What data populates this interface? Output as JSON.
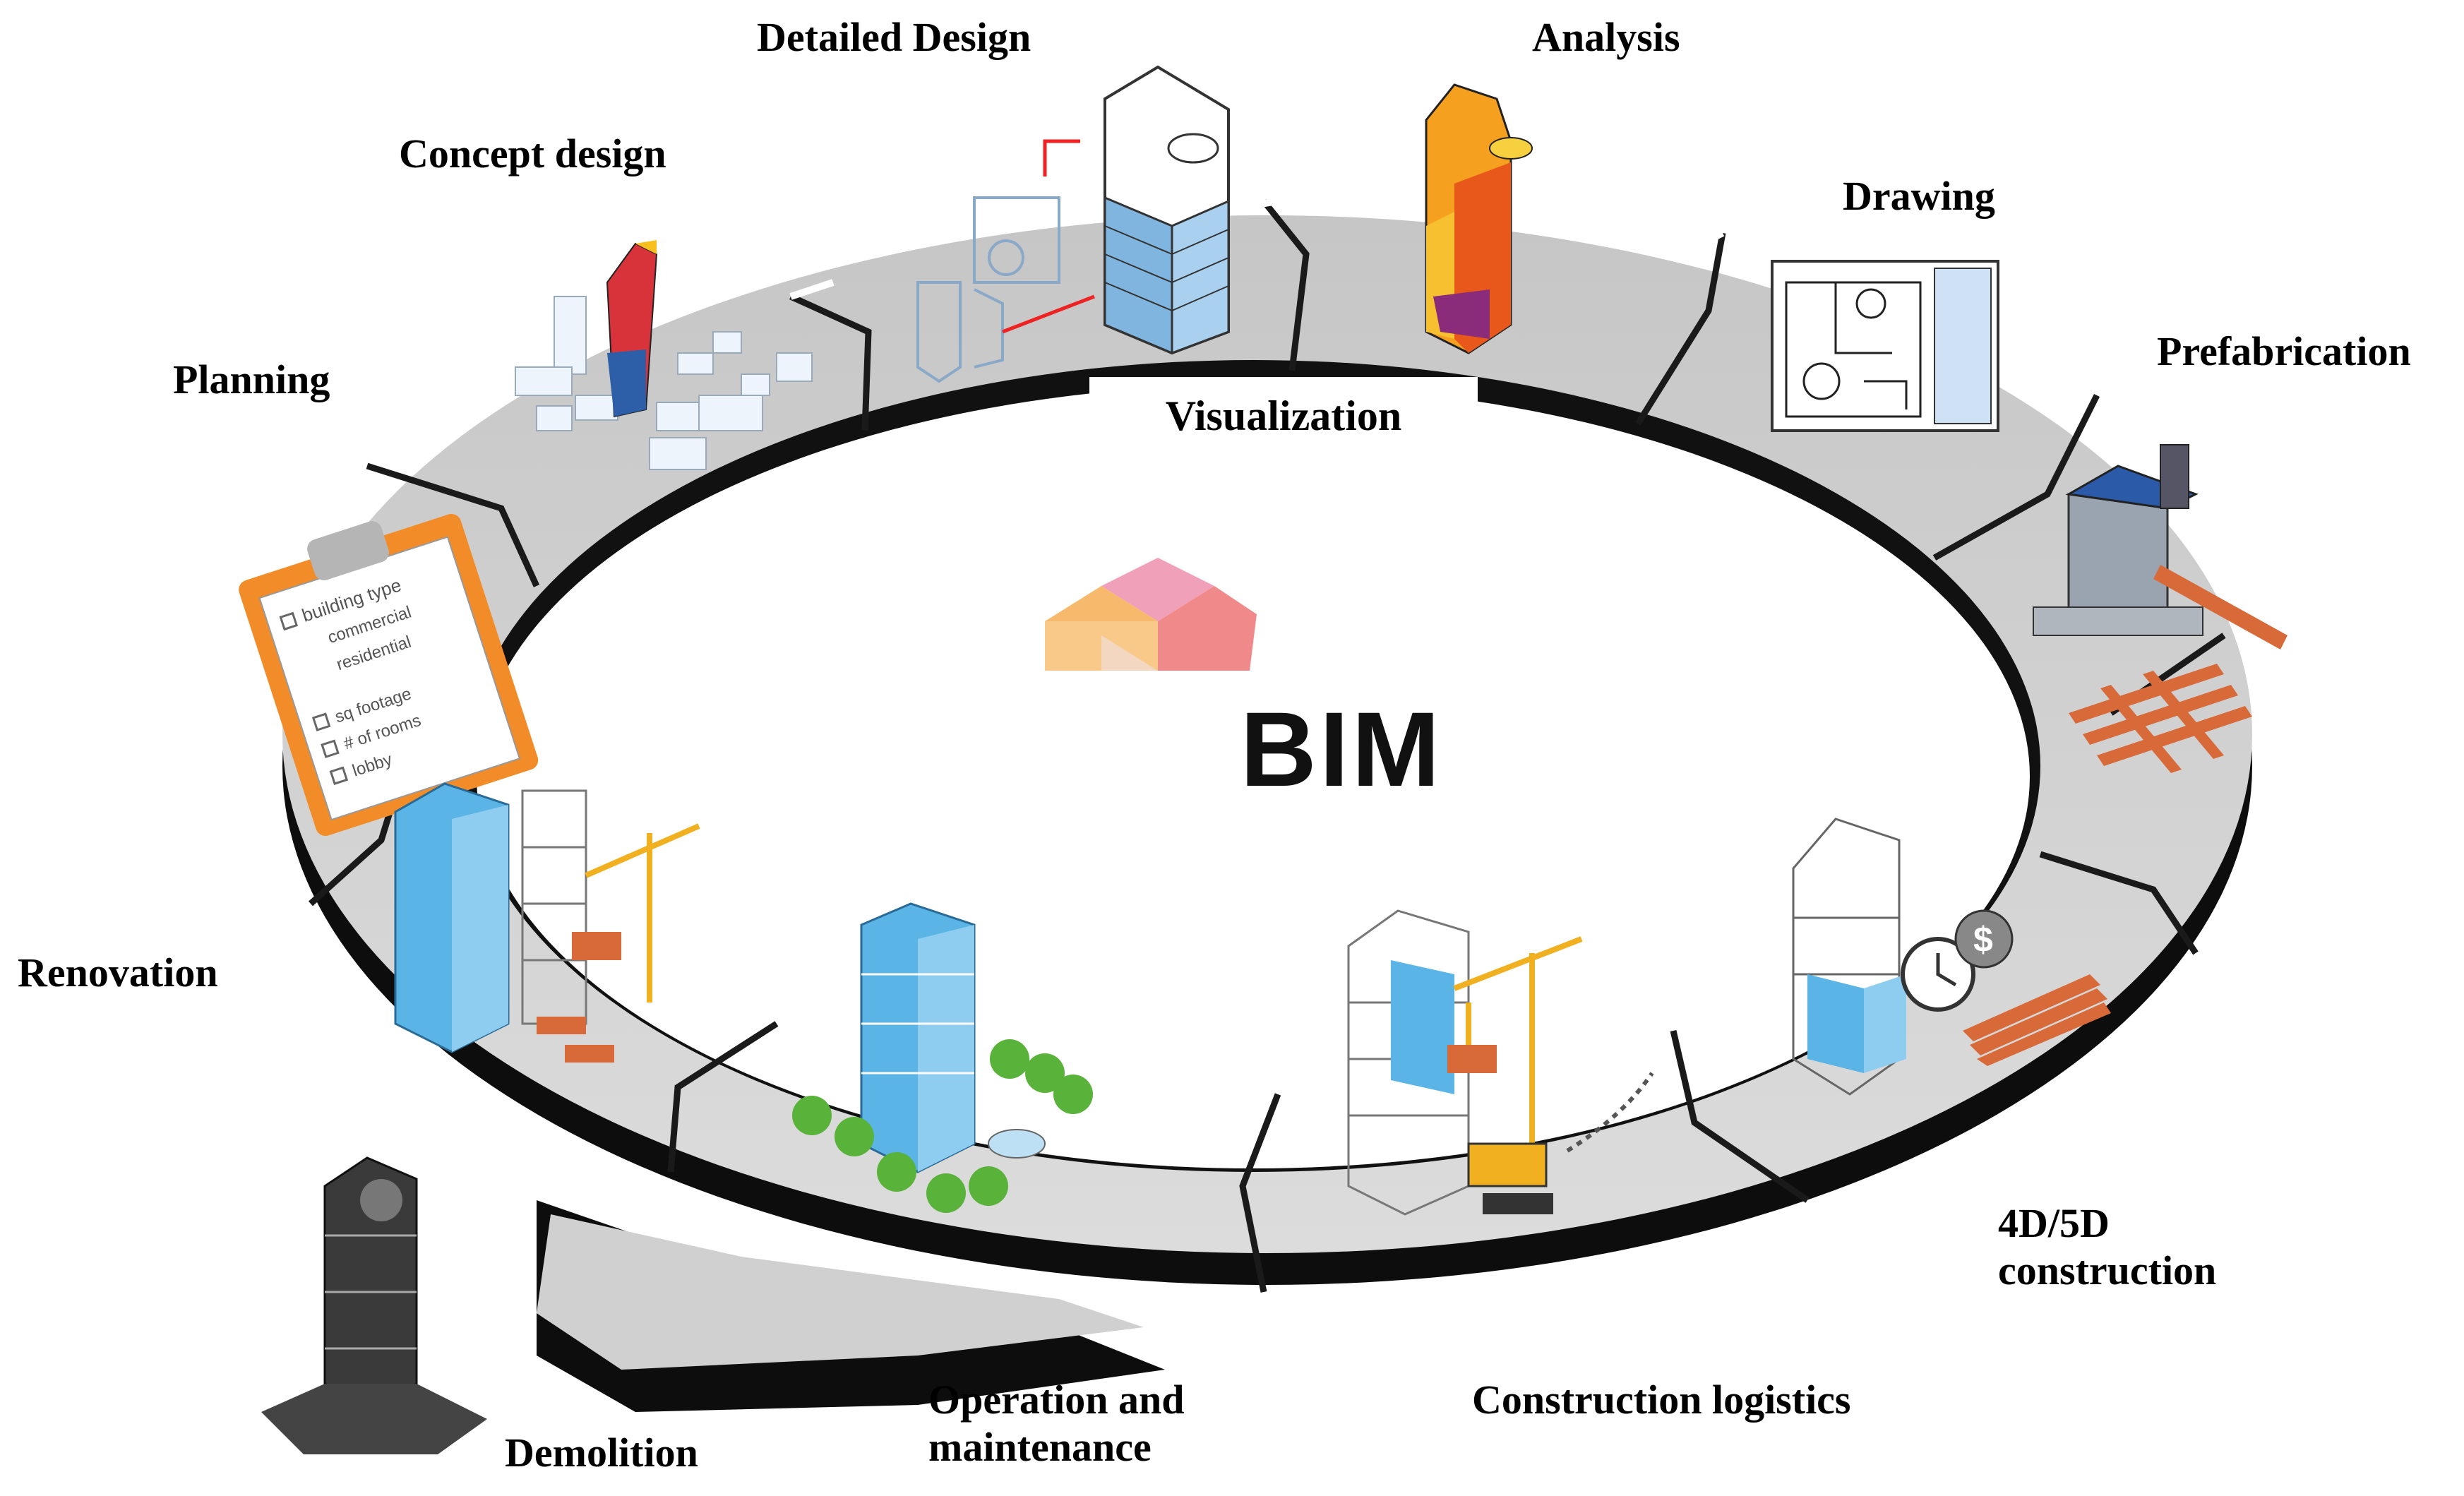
{
  "center": {
    "title": "BIM"
  },
  "visualization_label": "Visualization",
  "stages": {
    "planning": "Planning",
    "concept_design": "Concept design",
    "detailed_design": "Detailed Design",
    "analysis": "Analysis",
    "drawing": "Drawing",
    "prefabrication": "Prefabrication",
    "construction_4d5d": [
      "4D/5D",
      "construction"
    ],
    "construction_logistics": "Construction logistics",
    "operation_maintenance": [
      "Operation and",
      "maintenance"
    ],
    "demolition": "Demolition",
    "renovation": "Renovation"
  },
  "checklist": {
    "items": [
      "building type",
      "commercial",
      "residential",
      "sq footage",
      "# of rooms",
      "lobby"
    ]
  },
  "colors": {
    "ring_top": "#d4d4d4",
    "ring_side": "#111111",
    "divider": "#1a1a1a",
    "building_glass": "#5ab4e6",
    "crane": "#f0b020",
    "brick": "#e07040",
    "logo_a": "#f7b96b",
    "logo_b": "#f08a8a",
    "logo_c": "#e8a0c8"
  }
}
